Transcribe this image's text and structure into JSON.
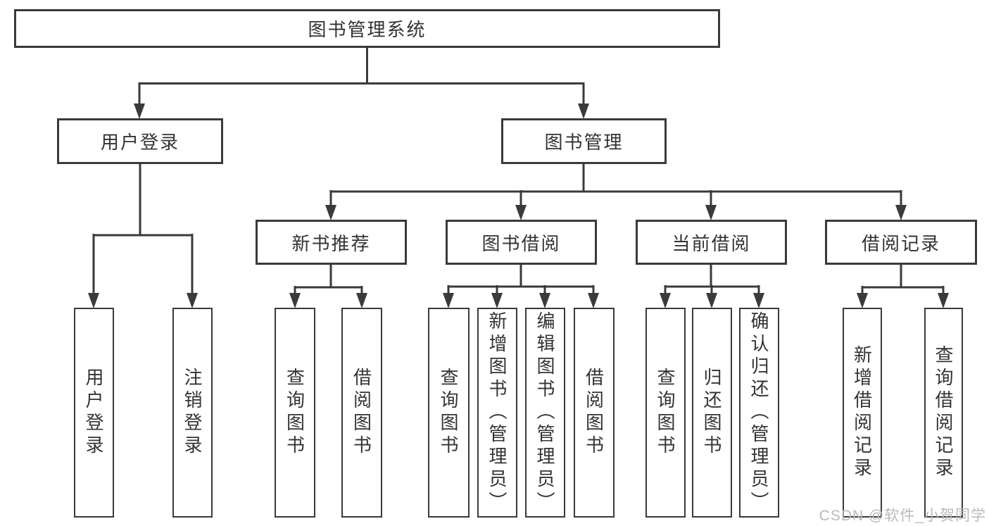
{
  "tree": {
    "root": {
      "label": "图书管理系统"
    },
    "branches": [
      {
        "label": "用户登录",
        "children": [
          {
            "label": "用户登录"
          },
          {
            "label": "注销登录"
          }
        ]
      },
      {
        "label": "图书管理",
        "children": [
          {
            "label": "新书推荐",
            "children": [
              {
                "label": "查询图书"
              },
              {
                "label": "借阅图书"
              }
            ]
          },
          {
            "label": "图书借阅",
            "children": [
              {
                "label": "查询图书"
              },
              {
                "label": "新增图书（管理员）"
              },
              {
                "label": "编辑图书（管理员）"
              },
              {
                "label": "借阅图书"
              }
            ]
          },
          {
            "label": "当前借阅",
            "children": [
              {
                "label": "查询图书"
              },
              {
                "label": "归还图书"
              },
              {
                "label": "确认归还（管理员）"
              }
            ]
          },
          {
            "label": "借阅记录",
            "children": [
              {
                "label": "新增借阅记录"
              },
              {
                "label": "查询借阅记录"
              }
            ]
          }
        ]
      }
    ]
  },
  "style": {
    "line_color": "#3a3a3a",
    "text_color": "#333333",
    "watermark_color": "#b9b9b9",
    "background": "#ffffff"
  },
  "watermark": "CSDN @软件_小贺同学"
}
